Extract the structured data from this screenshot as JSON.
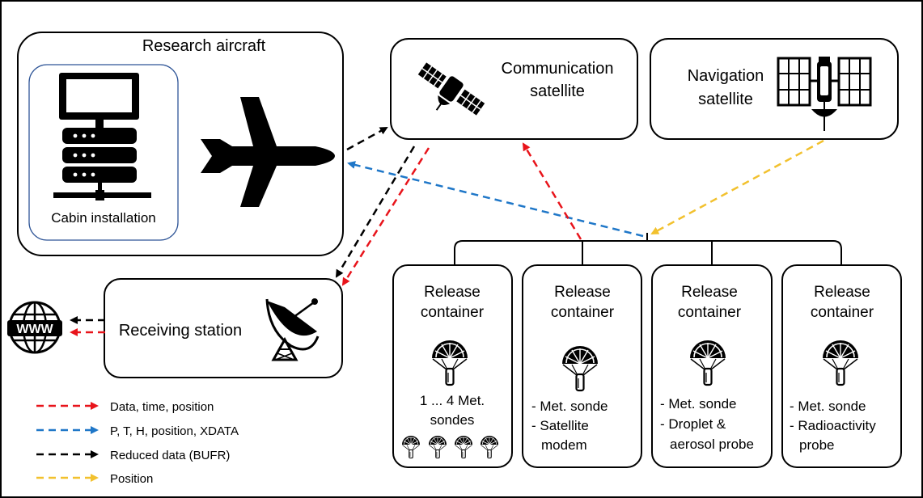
{
  "aircraft": {
    "title": "Research aircraft",
    "cabin_label": "Cabin installation"
  },
  "comm_satellite": {
    "line1": "Communication",
    "line2": "satellite"
  },
  "nav_satellite": {
    "line1": "Navigation",
    "line2": "satellite"
  },
  "receiving_station": {
    "label": "Receiving station",
    "web_label": "WWW"
  },
  "containers": [
    {
      "line1": "Release",
      "line2": "container",
      "desc": [
        "1 ... 4 Met.",
        "sondes"
      ]
    },
    {
      "line1": "Release",
      "line2": "container",
      "desc": [
        "- Met. sonde",
        "- Satellite",
        "modem"
      ]
    },
    {
      "line1": "Release",
      "line2": "container",
      "desc": [
        "- Met. sonde",
        "- Droplet &",
        "aerosol probe"
      ]
    },
    {
      "line1": "Release",
      "line2": "container",
      "desc": [
        "- Met. sonde",
        "- Radioactivity",
        "probe"
      ]
    }
  ],
  "legend": [
    {
      "label": "Data, time, position",
      "color": "#e8141b"
    },
    {
      "label": "P, T, H, position, XDATA",
      "color": "#1f77c8"
    },
    {
      "label": "Reduced data (BUFR)",
      "color": "#000000"
    },
    {
      "label": "Position",
      "color": "#f2c12e"
    }
  ],
  "icons": {
    "server": "server-icon",
    "airplane": "airplane-icon",
    "comm_sat": "satellite-icon",
    "nav_sat": "satellite-icon",
    "dish": "satellite-dish-icon",
    "globe": "www-globe-icon",
    "sonde": "sonde-parachute-icon"
  }
}
